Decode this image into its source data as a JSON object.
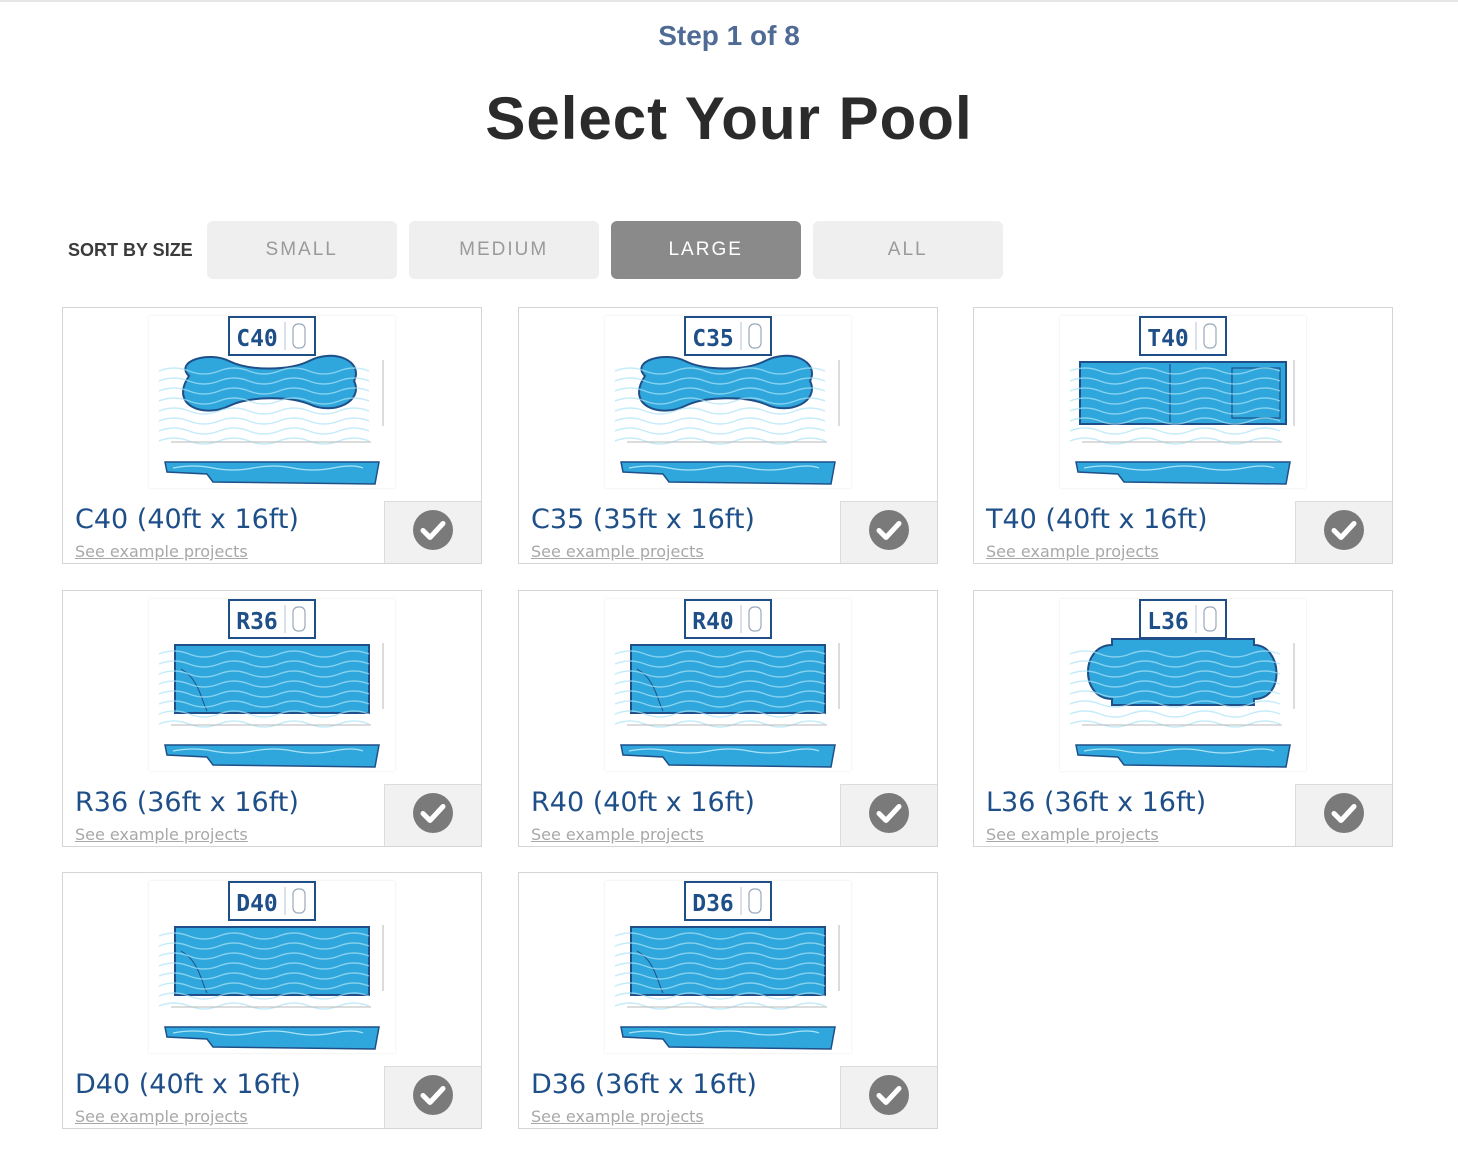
{
  "header": {
    "step": "Step 1 of 8",
    "title": "Select Your Pool"
  },
  "sort": {
    "label": "SORT BY SIZE",
    "options": [
      {
        "label": "SMALL",
        "active": false
      },
      {
        "label": "MEDIUM",
        "active": false
      },
      {
        "label": "LARGE",
        "active": true
      },
      {
        "label": "ALL",
        "active": false
      }
    ]
  },
  "colors": {
    "accent": "#1f4f88",
    "water": "#2fa7dc",
    "active_button": "#8a8a8a"
  },
  "pools": [
    {
      "code": "C40",
      "shape": "curved",
      "name": "C40 (40ft x 16ft)",
      "link": "See example projects"
    },
    {
      "code": "C35",
      "shape": "curved",
      "name": "C35 (35ft x 16ft)",
      "link": "See example projects"
    },
    {
      "code": "T40",
      "shape": "tanning",
      "name": "T40 (40ft x 16ft)",
      "link": "See example projects"
    },
    {
      "code": "R36",
      "shape": "rect",
      "name": "R36 (36ft x 16ft)",
      "link": "See example projects"
    },
    {
      "code": "R40",
      "shape": "rect",
      "name": "R40 (40ft x 16ft)",
      "link": "See example projects"
    },
    {
      "code": "L36",
      "shape": "roman",
      "name": "L36 (36ft x 16ft)",
      "link": "See example projects"
    },
    {
      "code": "D40",
      "shape": "rect",
      "name": "D40 (40ft x 16ft)",
      "link": "See example projects"
    },
    {
      "code": "D36",
      "shape": "rect",
      "name": "D36 (36ft x 16ft)",
      "link": "See example projects"
    }
  ],
  "icons": {
    "select": "check-circle-icon"
  }
}
